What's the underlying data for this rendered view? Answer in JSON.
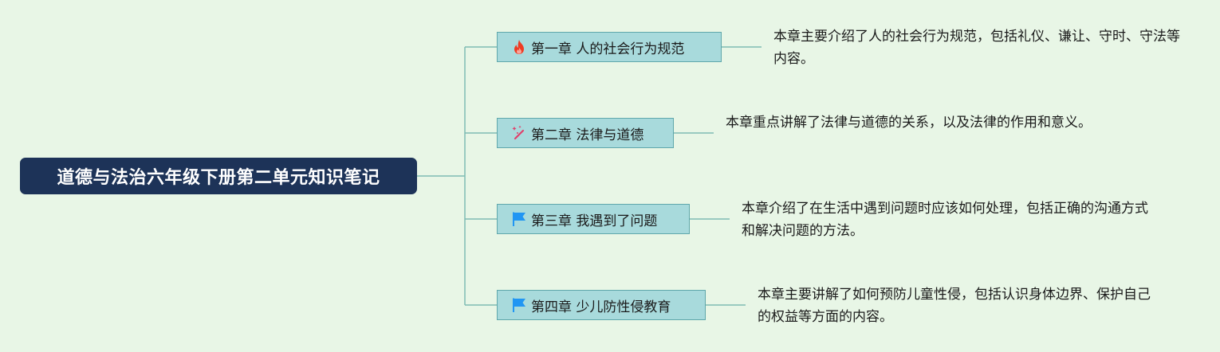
{
  "colors": {
    "background": "#e8f6e6",
    "root_fill": "#1d3358",
    "chapter_fill": "#a8dadc",
    "chapter_border": "#5fa7ab",
    "connector": "#7fbcb4"
  },
  "root": {
    "title": "道德与法治六年级下册第二单元知识笔记"
  },
  "chapters": [
    {
      "icon": "fire-icon",
      "label": "第一章 人的社会行为规范",
      "description": "本章主要介绍了人的社会行为规范，包括礼仪、谦让、守时、守法等内容。"
    },
    {
      "icon": "magic-wand-icon",
      "label": "第二章 法律与道德",
      "description": "本章重点讲解了法律与道德的关系，以及法律的作用和意义。"
    },
    {
      "icon": "flag-icon",
      "label": "第三章 我遇到了问题",
      "description": "本章介绍了在生活中遇到问题时应该如何处理，包括正确的沟通方式和解决问题的方法。"
    },
    {
      "icon": "flag-icon",
      "label": "第四章 少儿防性侵教育",
      "description": "本章主要讲解了如何预防儿童性侵，包括认识身体边界、保护自己的权益等方面的内容。"
    }
  ]
}
